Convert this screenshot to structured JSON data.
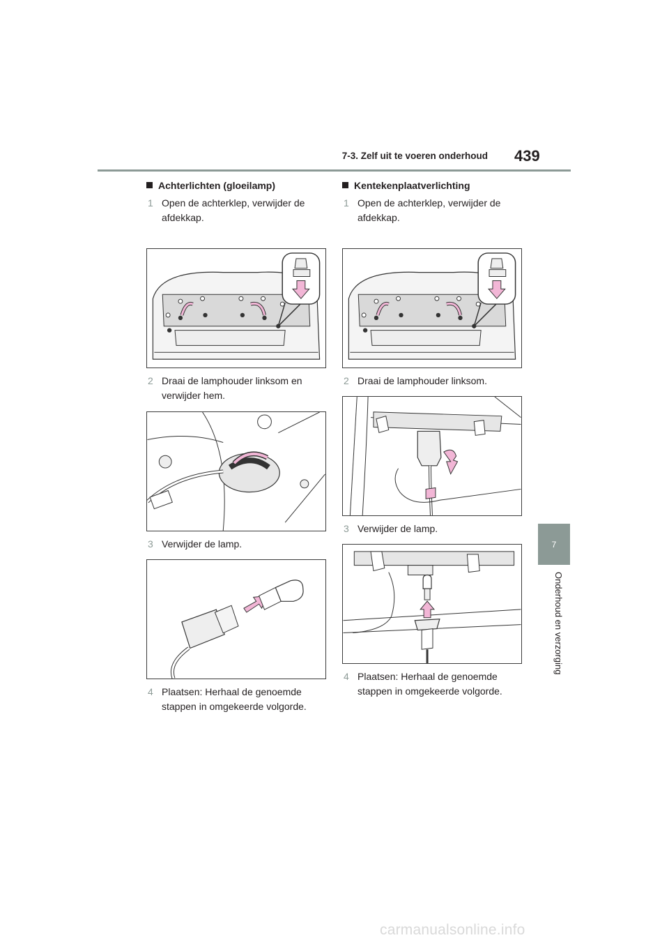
{
  "header": {
    "section_title": "7-3. Zelf uit te voeren onderhoud",
    "page_number": "439"
  },
  "chapter": {
    "number": "7",
    "label": "Onderhoud en verzorging"
  },
  "left": {
    "heading": "Achterlichten (gloeilamp)",
    "steps": [
      {
        "num": "1",
        "text": "Open de achterklep, verwijder de afdekkap."
      },
      {
        "num": "2",
        "text": "Draai de lamphouder linksom en verwijder hem."
      },
      {
        "num": "3",
        "text": "Verwijder de lamp."
      },
      {
        "num": "4",
        "text": "Plaatsen: Herhaal de genoemde stappen in omgekeerde volgorde."
      }
    ]
  },
  "right": {
    "heading": "Kentekenplaatverlichting",
    "steps": [
      {
        "num": "1",
        "text": "Open de achterklep, verwijder de afdekkap."
      },
      {
        "num": "2",
        "text": "Draai de lamphouder linksom."
      },
      {
        "num": "3",
        "text": "Verwijder de lamp."
      },
      {
        "num": "4",
        "text": "Plaatsen: Herhaal de genoemde stappen in omgekeerde volgorde."
      }
    ]
  },
  "colors": {
    "accent": "#8c9a96",
    "arrow_fill": "#f2b6d6",
    "text": "#231f20"
  },
  "watermark": "carmanualsonline.info"
}
